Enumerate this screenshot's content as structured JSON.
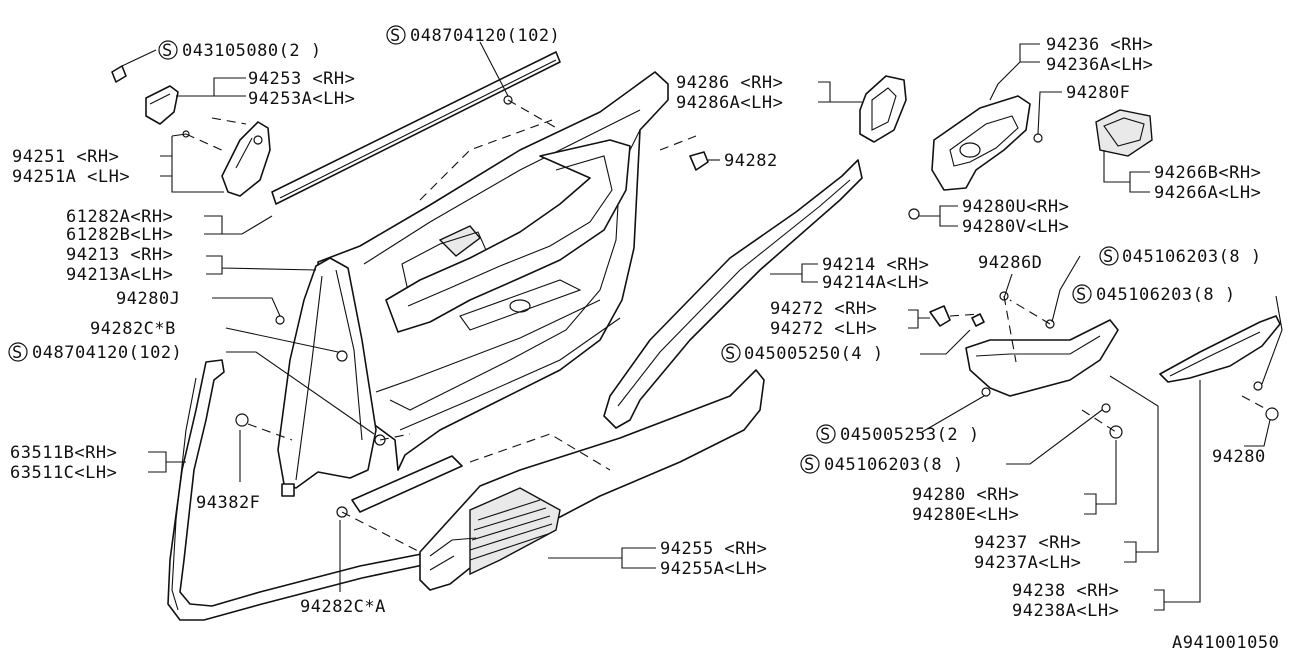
{
  "labels": {
    "l01": "043105080(2 )",
    "l02": "048704120(102)",
    "l03": "94253 <RH>",
    "l04": "94253A<LH>",
    "l05": "94286 <RH>",
    "l06": "94286A<LH>",
    "l07": "94236 <RH>",
    "l08": "94236A<LH>",
    "l09": "94280F",
    "l10": "94251 <RH>",
    "l11": "94251A <LH>",
    "l12": "94282",
    "l13": "94266B<RH>",
    "l14": "94266A<LH>",
    "l15": "61282A<RH>",
    "l16": "61282B<LH>",
    "l17": "94280U<RH>",
    "l18": "94280V<LH>",
    "l19": "94213 <RH>",
    "l20": "94213A<LH>",
    "l21": "94214 <RH>",
    "l22": "94214A<LH>",
    "l23": "94286D",
    "l24": "045106203(8 )",
    "l25": "94280J",
    "l26": "045106203(8 )",
    "l27": "94272 <RH>",
    "l28": "94272 <LH>",
    "l29": "94282C*B",
    "l30": "045005250(4 )",
    "l31": "048704120(102)",
    "l32": "045005253(2 )",
    "l33": "94280",
    "l34": "045106203(8 )",
    "l35": "63511B<RH>",
    "l36": "63511C<LH>",
    "l37": "94280 <RH>",
    "l38": "94280E<LH>",
    "l39": "94382F",
    "l40": "94255 <RH>",
    "l41": "94255A<LH>",
    "l42": "94237 <RH>",
    "l43": "94237A<LH>",
    "l44": "94282C*A",
    "l45": "94238 <RH>",
    "l46": "94238A<LH>",
    "l47": "A941001050"
  },
  "symbols": {
    "s_marker": "S"
  },
  "icons": {
    "standard_part_marker": "circled-s-icon"
  }
}
